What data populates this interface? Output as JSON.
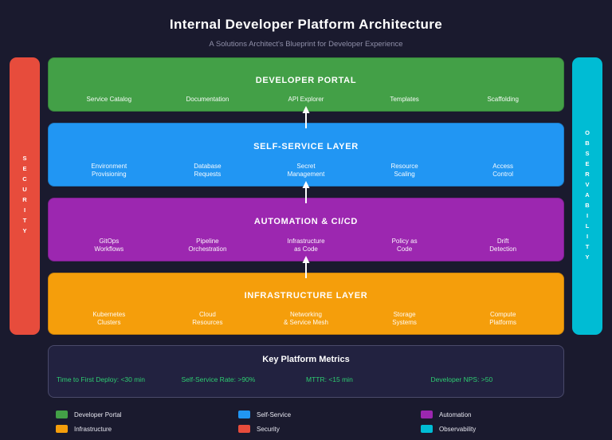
{
  "header": {
    "title": "Internal Developer Platform Architecture",
    "subtitle": "A Solutions Architect's Blueprint for Developer Experience"
  },
  "sidebars": {
    "left": {
      "label": "SECURITY",
      "color": "#e74c3c"
    },
    "right": {
      "label": "OBSERVABILITY",
      "color": "#00bcd4"
    }
  },
  "layers": [
    {
      "title": "DEVELOPER PORTAL",
      "color": "#43a047",
      "items": [
        "Service Catalog",
        "Documentation",
        "API Explorer",
        "Templates",
        "Scaffolding"
      ]
    },
    {
      "title": "SELF-SERVICE LAYER",
      "color": "#2196f3",
      "items": [
        "Environment\nProvisioning",
        "Database\nRequests",
        "Secret\nManagement",
        "Resource\nScaling",
        "Access\nControl"
      ]
    },
    {
      "title": "AUTOMATION & CI/CD",
      "color": "#9c27b0",
      "items": [
        "GitOps\nWorkflows",
        "Pipeline\nOrchestration",
        "Infrastructure\nas Code",
        "Policy as\nCode",
        "Drift\nDetection"
      ]
    },
    {
      "title": "INFRASTRUCTURE LAYER",
      "color": "#f59e0b",
      "items": [
        "Kubernetes\nClusters",
        "Cloud\nResources",
        "Networking\n& Service Mesh",
        "Storage\nSystems",
        "Compute\nPlatforms"
      ]
    }
  ],
  "metrics": {
    "title": "Key Platform Metrics",
    "value_color": "#2ecc71",
    "items": [
      "Time to First Deploy: <30 min",
      "Self-Service Rate: >90%",
      "MTTR: <15 min",
      "Developer NPS: >50"
    ]
  },
  "legend": {
    "items": [
      {
        "label": "Developer Portal",
        "color": "#43a047"
      },
      {
        "label": "Self-Service",
        "color": "#2196f3"
      },
      {
        "label": "Automation",
        "color": "#9c27b0"
      },
      {
        "label": "Infrastructure",
        "color": "#f59e0b"
      },
      {
        "label": "Security",
        "color": "#e74c3c"
      },
      {
        "label": "Observability",
        "color": "#00bcd4"
      }
    ]
  }
}
